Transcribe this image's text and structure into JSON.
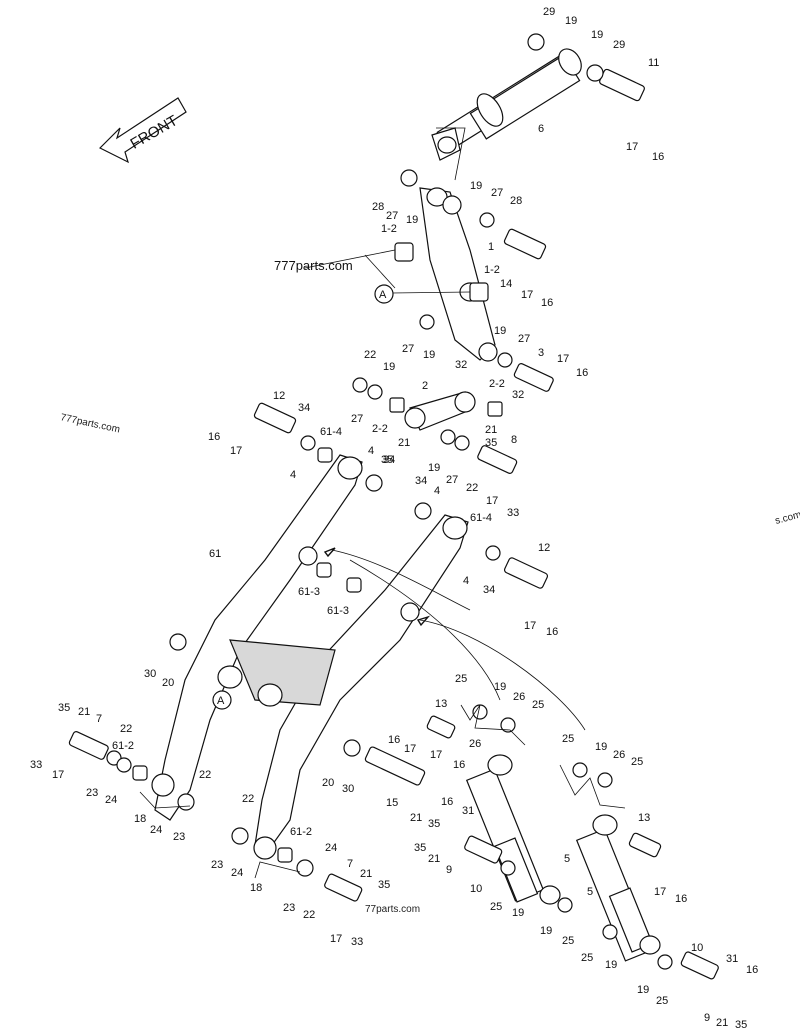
{
  "watermarks": {
    "main": "777parts.com",
    "left": "777parts.com",
    "right": "s.com",
    "bottom": "77parts.com"
  },
  "front_arrow": {
    "label": "FRONT"
  },
  "callouts": {
    "a": "A"
  },
  "labels": [
    "29",
    "19",
    "19",
    "29",
    "11",
    "6",
    "17",
    "16",
    "28",
    "27",
    "19",
    "19",
    "27",
    "28",
    "1-2",
    "1",
    "1-2",
    "14",
    "17",
    "16",
    "27",
    "19",
    "19",
    "27",
    "3",
    "17",
    "16",
    "22",
    "19",
    "27",
    "2",
    "2-2",
    "32",
    "32",
    "2-2",
    "21",
    "12",
    "34",
    "61-4",
    "16",
    "17",
    "4",
    "21",
    "35",
    "19",
    "22",
    "35",
    "27",
    "8",
    "17",
    "33",
    "4",
    "34",
    "34",
    "4",
    "61-4",
    "12",
    "4",
    "34",
    "17",
    "16",
    "61",
    "61-3",
    "61-3",
    "30",
    "20",
    "35",
    "21",
    "7",
    "22",
    "33",
    "17",
    "61-2",
    "23",
    "24",
    "18",
    "22",
    "24",
    "23",
    "25",
    "19",
    "26",
    "25",
    "13",
    "16",
    "17",
    "17",
    "16",
    "20",
    "30",
    "15",
    "21",
    "35",
    "16",
    "31",
    "35",
    "21",
    "9",
    "26",
    "25",
    "19",
    "26",
    "25",
    "22",
    "61-2",
    "24",
    "23",
    "24",
    "18",
    "23",
    "22",
    "7",
    "21",
    "35",
    "17",
    "33",
    "5",
    "13",
    "10",
    "25",
    "19",
    "19",
    "25",
    "5",
    "17",
    "16",
    "25",
    "19",
    "10",
    "16",
    "31",
    "19",
    "25",
    "9",
    "21",
    "35"
  ]
}
